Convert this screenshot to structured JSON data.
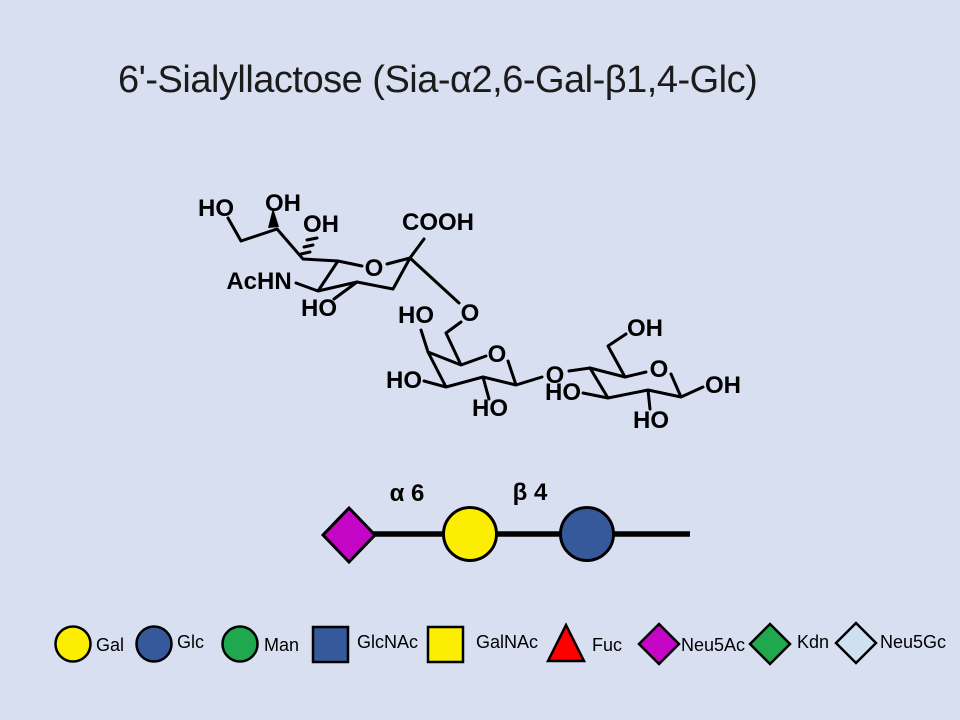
{
  "title": "6'-Sialyllactose (Sia-α2,6-Gal-β1,4-Glc)",
  "structure": {
    "atom_labels": [
      {
        "id": "ho-sia-c9",
        "text": "HO"
      },
      {
        "id": "oh-sia-c8",
        "text": "OH"
      },
      {
        "id": "oh-sia-c7",
        "text": "OH"
      },
      {
        "id": "cooh-sia",
        "text": "COOH"
      },
      {
        "id": "o-sia-ring",
        "text": "O"
      },
      {
        "id": "achn-sia-c5",
        "text": "AcHN"
      },
      {
        "id": "ho-sia-c4",
        "text": "HO"
      },
      {
        "id": "o-2-6-link",
        "text": "O"
      },
      {
        "id": "ho-gal-c4",
        "text": "HO"
      },
      {
        "id": "o-gal-ring",
        "text": "O"
      },
      {
        "id": "ho-gal-c3",
        "text": "HO"
      },
      {
        "id": "ho-gal-c2",
        "text": "HO"
      },
      {
        "id": "o-1-4-link",
        "text": "O"
      },
      {
        "id": "ho-glc-c3",
        "text": "HO"
      },
      {
        "id": "oh-glc-c6",
        "text": "OH"
      },
      {
        "id": "o-glc-ring",
        "text": "O"
      },
      {
        "id": "ho-glc-c2",
        "text": "HO"
      },
      {
        "id": "oh-glc-c1",
        "text": "OH"
      }
    ]
  },
  "cartoon": {
    "linkages": [
      {
        "label": "α 6"
      },
      {
        "label": "β 4"
      }
    ],
    "nodes": [
      {
        "name": "Neu5Ac",
        "shape": "diamond",
        "color": "#c505c5"
      },
      {
        "name": "Gal",
        "shape": "circle",
        "color": "#fcee00"
      },
      {
        "name": "Glc",
        "shape": "circle",
        "color": "#36599c"
      }
    ]
  },
  "legend": {
    "items": [
      {
        "label": "Gal",
        "shape": "circle",
        "color": "#fcee00"
      },
      {
        "label": "Glc",
        "shape": "circle",
        "color": "#36599c"
      },
      {
        "label": "Man",
        "shape": "circle",
        "color": "#1fa84d"
      },
      {
        "label": "GlcNAc",
        "shape": "square",
        "color": "#36599c"
      },
      {
        "label": "GalNAc",
        "shape": "square",
        "color": "#fcee00"
      },
      {
        "label": "Fuc",
        "shape": "triangle",
        "color": "#fe0000"
      },
      {
        "label": "Neu5Ac",
        "shape": "diamond",
        "color": "#c505c5"
      },
      {
        "label": "Kdn",
        "shape": "diamond",
        "color": "#1fa84d"
      },
      {
        "label": "Neu5Gc",
        "shape": "diamond",
        "color": "#cfe0f2"
      }
    ]
  },
  "colors": {
    "background": "#d8dff0",
    "ink": "#000000"
  }
}
